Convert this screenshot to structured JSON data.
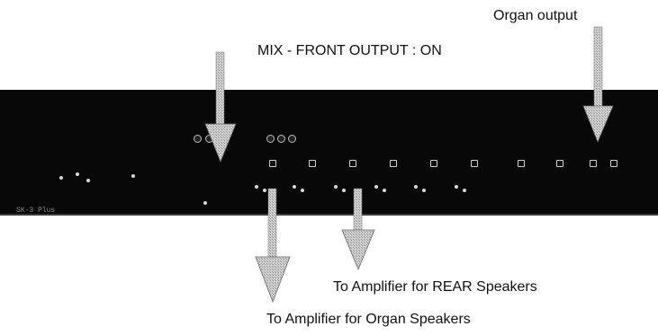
{
  "labels": {
    "organ_output": "Organ output",
    "mix_front_output": "MIX - FRONT OUTPUT : ON",
    "rear_speakers": "To Amplifier for REAR Speakers",
    "organ_speakers": "To Amplifier for Organ Speakers"
  },
  "device": {
    "model_text": "SK-3 Plus"
  },
  "colors": {
    "panel": "#080808",
    "arrow_fill": "#bcbcbc",
    "text": "#111111"
  }
}
